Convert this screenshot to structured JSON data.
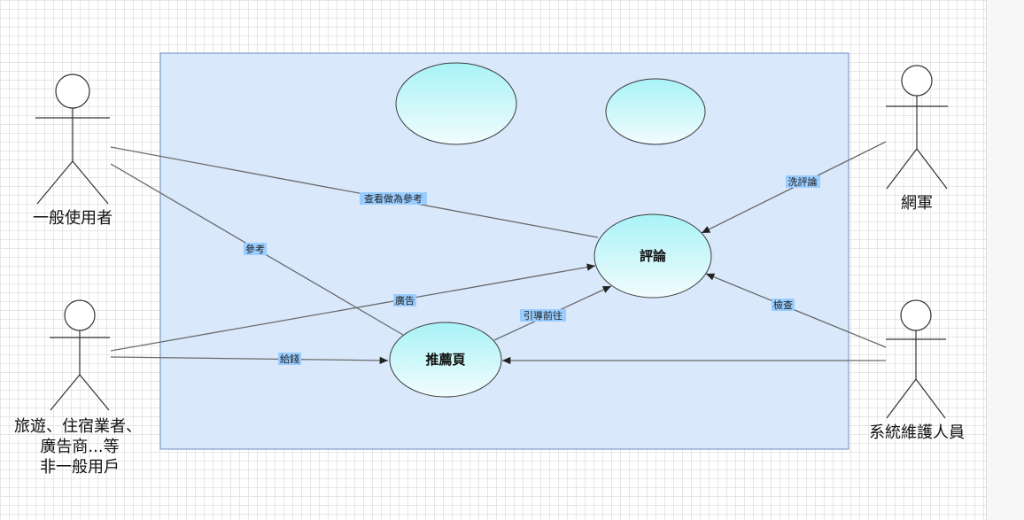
{
  "actors": {
    "general_user": "一般使用者",
    "business_line1": "旅遊、住宿業者、",
    "business_line2": "廣告商...等",
    "business_line3": "非一般用戶",
    "troll": "網軍",
    "admin": "系統維護人員"
  },
  "use_cases": {
    "review": "評論",
    "recommend": "推薦頁",
    "blank1": "",
    "blank2": ""
  },
  "edges": {
    "view_as_reference": "查看做為參考",
    "reference": "參考",
    "ads": "廣告",
    "pay": "給錢",
    "guide_to": "引導前往",
    "spam_reviews": "洗評論",
    "inspect": "檢查"
  },
  "colors": {
    "system_fill": "#dae8fc",
    "system_stroke": "#6c8ebf",
    "usecase_top": "#a8f3f7",
    "usecase_bottom": "#f2fcfd",
    "usecase_stroke": "#3b3b3b",
    "edge_stroke": "#6a6a6a",
    "label_bg": "#99ccff"
  }
}
